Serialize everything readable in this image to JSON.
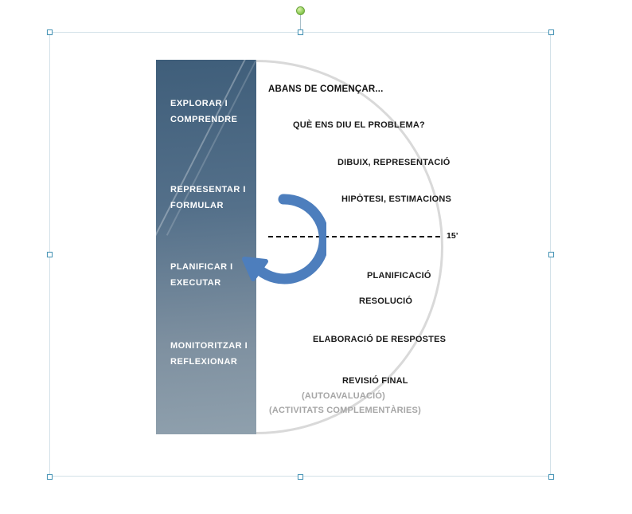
{
  "canvas": {
    "background": "#ffffff"
  },
  "selection": {
    "handle_color": "#4e98b8",
    "rotation_handle_color": "#8fce58"
  },
  "sidebar": {
    "fill_top": "#3f5e7a",
    "fill_bottom": "#8fa0ad",
    "stages": [
      {
        "lines": [
          "EXPLORAR I",
          "COMPRENDRE"
        ]
      },
      {
        "lines": [
          "REPRESENTAR I",
          "FORMULAR"
        ]
      },
      {
        "lines": [
          "PLANIFICAR I",
          "EXECUTAR"
        ]
      },
      {
        "lines": [
          "MONITORITZAR I",
          "REFLEXIONAR"
        ]
      }
    ]
  },
  "diagram": {
    "title": "ABANS DE COMENÇAR...",
    "steps": [
      {
        "text": "QUÈ ENS DIU EL PROBLEMA?",
        "muted": false
      },
      {
        "text": "DIBUIX, REPRESENTACIÓ",
        "muted": false
      },
      {
        "text": "HIPÒTESI, ESTIMACIONS",
        "muted": false
      },
      {
        "text": "PLANIFICACIÓ",
        "muted": false
      },
      {
        "text": "RESOLUCIÓ",
        "muted": false
      },
      {
        "text": "ELABORACIÓ DE RESPOSTES",
        "muted": false
      },
      {
        "text": "REVISIÓ FINAL",
        "muted": false
      },
      {
        "text": "(AUTOAVALUACIÓ)",
        "muted": true
      },
      {
        "text": "(ACTIVITATS COMPLEMENTÀRIES)",
        "muted": true
      }
    ],
    "timer_label": "15’",
    "arrow_color": "#4d7ebd",
    "arc_color": "#d9d9d9",
    "text_color": "#1a1a1a",
    "muted_text_color": "#a6a6a6"
  }
}
